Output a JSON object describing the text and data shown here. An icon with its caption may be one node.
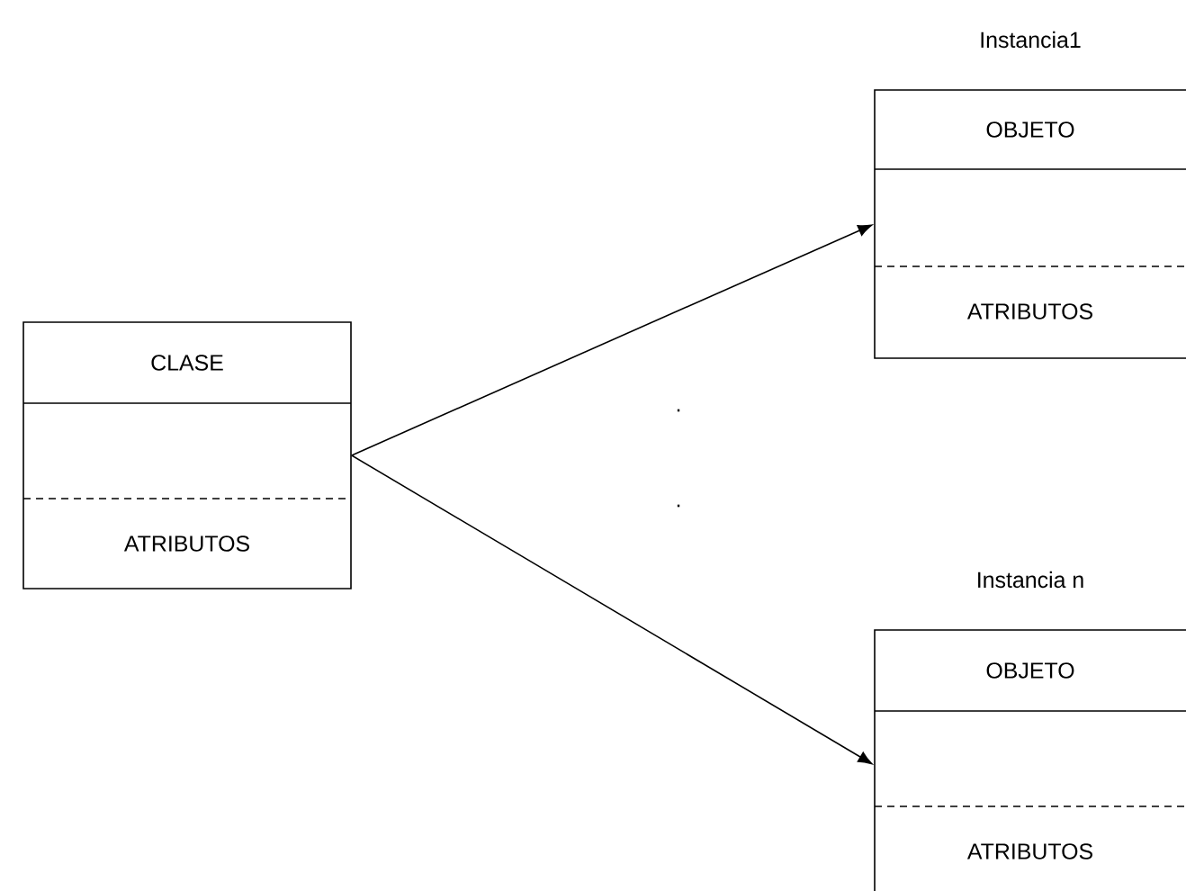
{
  "diagram": {
    "nodes": [
      {
        "text": [
          "CLASE",
          "ATRIBUTOS"
        ]
      },
      {
        "text": [
          "Instancia1",
          "OBJETO",
          "ATRIBUTOS"
        ]
      },
      {
        "text": [
          "Instancia n",
          "OBJETO",
          "ATRIBUTOS"
        ]
      }
    ],
    "edges": [
      {
        "from": 0,
        "to": 1,
        "arrow": "to"
      },
      {
        "from": 0,
        "to": 2,
        "arrow": "to"
      }
    ],
    "labels": [
      ".",
      "."
    ]
  }
}
